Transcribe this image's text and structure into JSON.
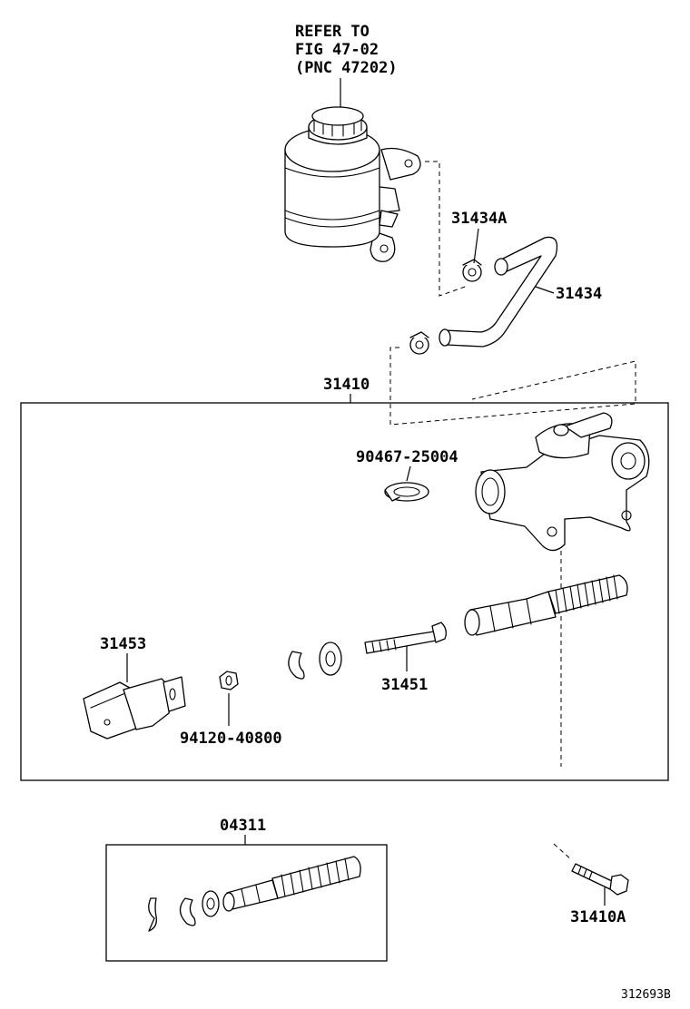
{
  "reference_note": {
    "line1": "REFER TO",
    "line2": "FIG 47-02",
    "line3": "(PNC 47202)"
  },
  "parts": {
    "hose_clamp_upper": "31434A",
    "reservoir_hose": "31434",
    "master_cylinder_assy": "31410",
    "clip": "90467-25004",
    "push_rod_clevis": "31453",
    "push_rod": "31451",
    "nut": "94120-40800",
    "repair_kit": "04311",
    "bolt": "31410A"
  },
  "figure_code": "312693B"
}
